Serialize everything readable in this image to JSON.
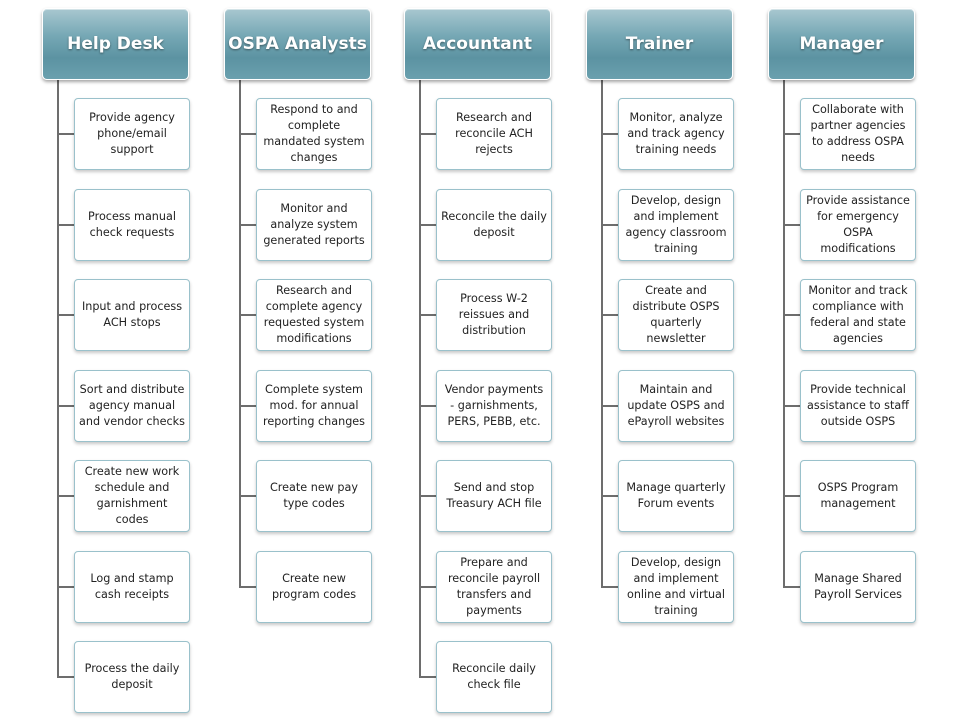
{
  "columns": [
    {
      "title": "Help Desk",
      "tasks": [
        "Provide agency phone/email support",
        "Process manual check requests",
        "Input and process ACH stops",
        "Sort and distribute agency manual and vendor checks",
        "Create new work schedule and garnishment codes",
        "Log and stamp cash receipts",
        "Process the daily deposit"
      ]
    },
    {
      "title": "OSPA Analysts",
      "tasks": [
        "Respond to and complete mandated system changes",
        "Monitor and analyze system generated reports",
        "Research and complete agency requested system modifications",
        "Complete system mod. for annual reporting changes",
        "Create new pay type codes",
        "Create new program codes"
      ]
    },
    {
      "title": "Accountant",
      "tasks": [
        "Research and reconcile ACH rejects",
        "Reconcile the daily deposit",
        "Process W-2 reissues and distribution",
        "Vendor payments - garnishments, PERS, PEBB, etc.",
        "Send and stop Treasury ACH file",
        "Prepare and reconcile payroll transfers and payments",
        "Reconcile daily check file"
      ]
    },
    {
      "title": "Trainer",
      "tasks": [
        "Monitor, analyze and track agency training needs",
        "Develop, design and implement agency classroom training",
        "Create and distribute OSPS quarterly newsletter",
        "Maintain and update OSPS and ePayroll websites",
        "Manage quarterly Forum events",
        "Develop, design and implement online and virtual training"
      ]
    },
    {
      "title": "Manager",
      "tasks": [
        "Collaborate with partner agencies to address OSPA needs",
        "Provide assistance for emergency OSPA modifications",
        "Monitor and track compliance with federal and state agencies",
        "Provide technical assistance to staff outside OSPS",
        "OSPS Program management",
        "Manage Shared Payroll Services"
      ]
    }
  ]
}
